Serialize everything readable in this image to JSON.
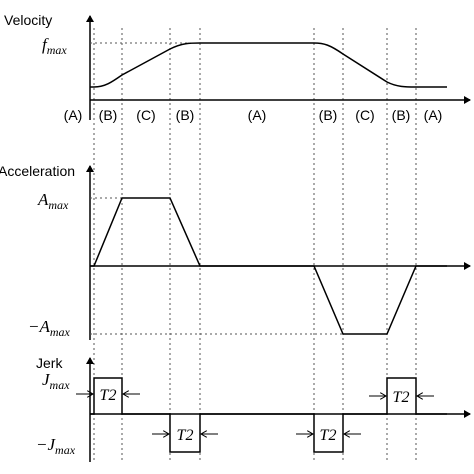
{
  "velocity": {
    "title": "Velocity",
    "max_label_main": "f",
    "max_label_sub": "max"
  },
  "phases": {
    "labels": [
      "(A)",
      "(B)",
      "(C)",
      "(B)",
      "(A)",
      "(B)",
      "(C)",
      "(B)",
      "(A)"
    ]
  },
  "acceleration": {
    "title": "Acceleration",
    "max_label_main": "A",
    "max_label_sub": "max",
    "min_label_prefix": "−",
    "min_label_main": "A",
    "min_label_sub": "max"
  },
  "jerk": {
    "title": "Jerk",
    "max_label_main": "J",
    "max_label_sub": "max",
    "min_label_prefix": "−",
    "min_label_main": "J",
    "min_label_sub": "max",
    "pulse_label": "T2"
  },
  "colors": {
    "curve": "#000000",
    "axis": "#000000",
    "guide": "#555555"
  }
}
